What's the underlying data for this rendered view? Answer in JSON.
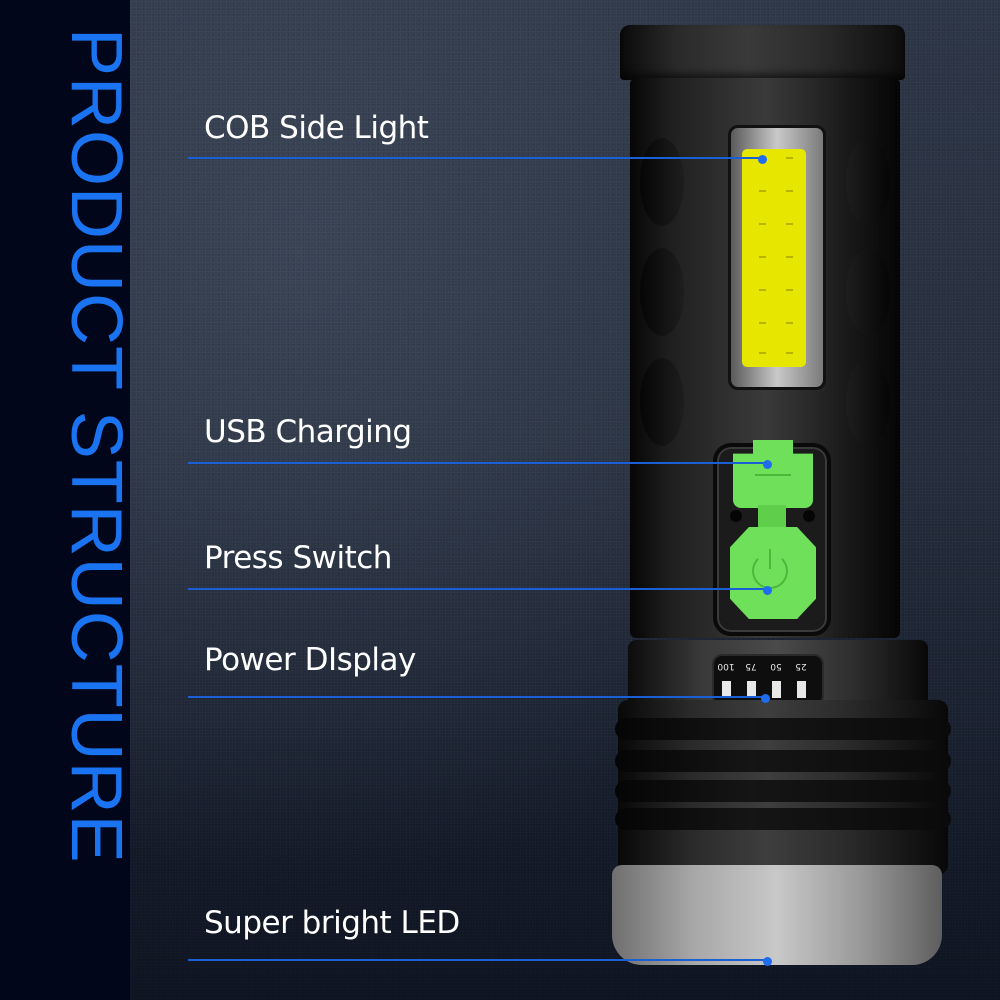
{
  "side_title": {
    "text": "PRODUCT STRUCTURE",
    "color": "#1a74f2",
    "orientation": "vertical-rotated-90"
  },
  "callouts": [
    {
      "label": "COB Side Light",
      "points_to": "cob-panel"
    },
    {
      "label": "USB Charging",
      "points_to": "usb-cover"
    },
    {
      "label": "Press Switch",
      "points_to": "power-button"
    },
    {
      "label": "Power DIsplay",
      "points_to": "battery-display"
    },
    {
      "label": "Super bright LED",
      "points_to": "led-bezel"
    }
  ],
  "battery_display": {
    "levels": [
      "100",
      "75",
      "50",
      "25"
    ]
  },
  "colors": {
    "accent_blue": "#1a74f2",
    "line_blue": "#1a5fd6",
    "cob_yellow": "#e6e600",
    "rubber_green": "#6ee05a",
    "strip_bg": "#02061a",
    "label_text": "#ffffff"
  },
  "icons": {
    "usb": "usb-icon",
    "power": "power-icon"
  }
}
